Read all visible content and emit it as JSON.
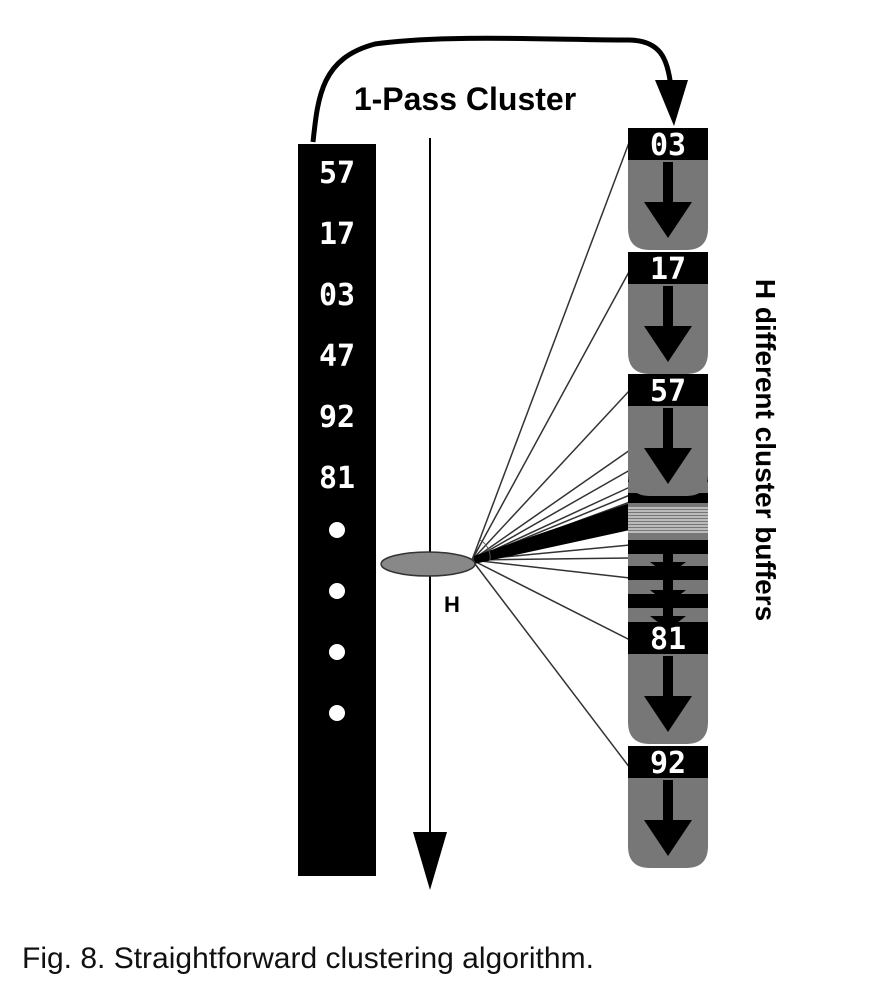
{
  "diagram": {
    "title": "1-Pass Cluster",
    "side_label": "H different cluster buffers",
    "hash_label": "H",
    "input_stream": [
      "57",
      "17",
      "03",
      "47",
      "92",
      "81"
    ],
    "input_dots": 4,
    "buffers": [
      "03",
      "17",
      "57",
      "81",
      "92"
    ],
    "colors": {
      "black": "#000000",
      "buffer_gray": "#777777",
      "hash_gray": "#888888",
      "line_gray": "#333333",
      "white": "#ffffff"
    }
  },
  "caption": "Fig. 8. Straightforward clustering algorithm."
}
